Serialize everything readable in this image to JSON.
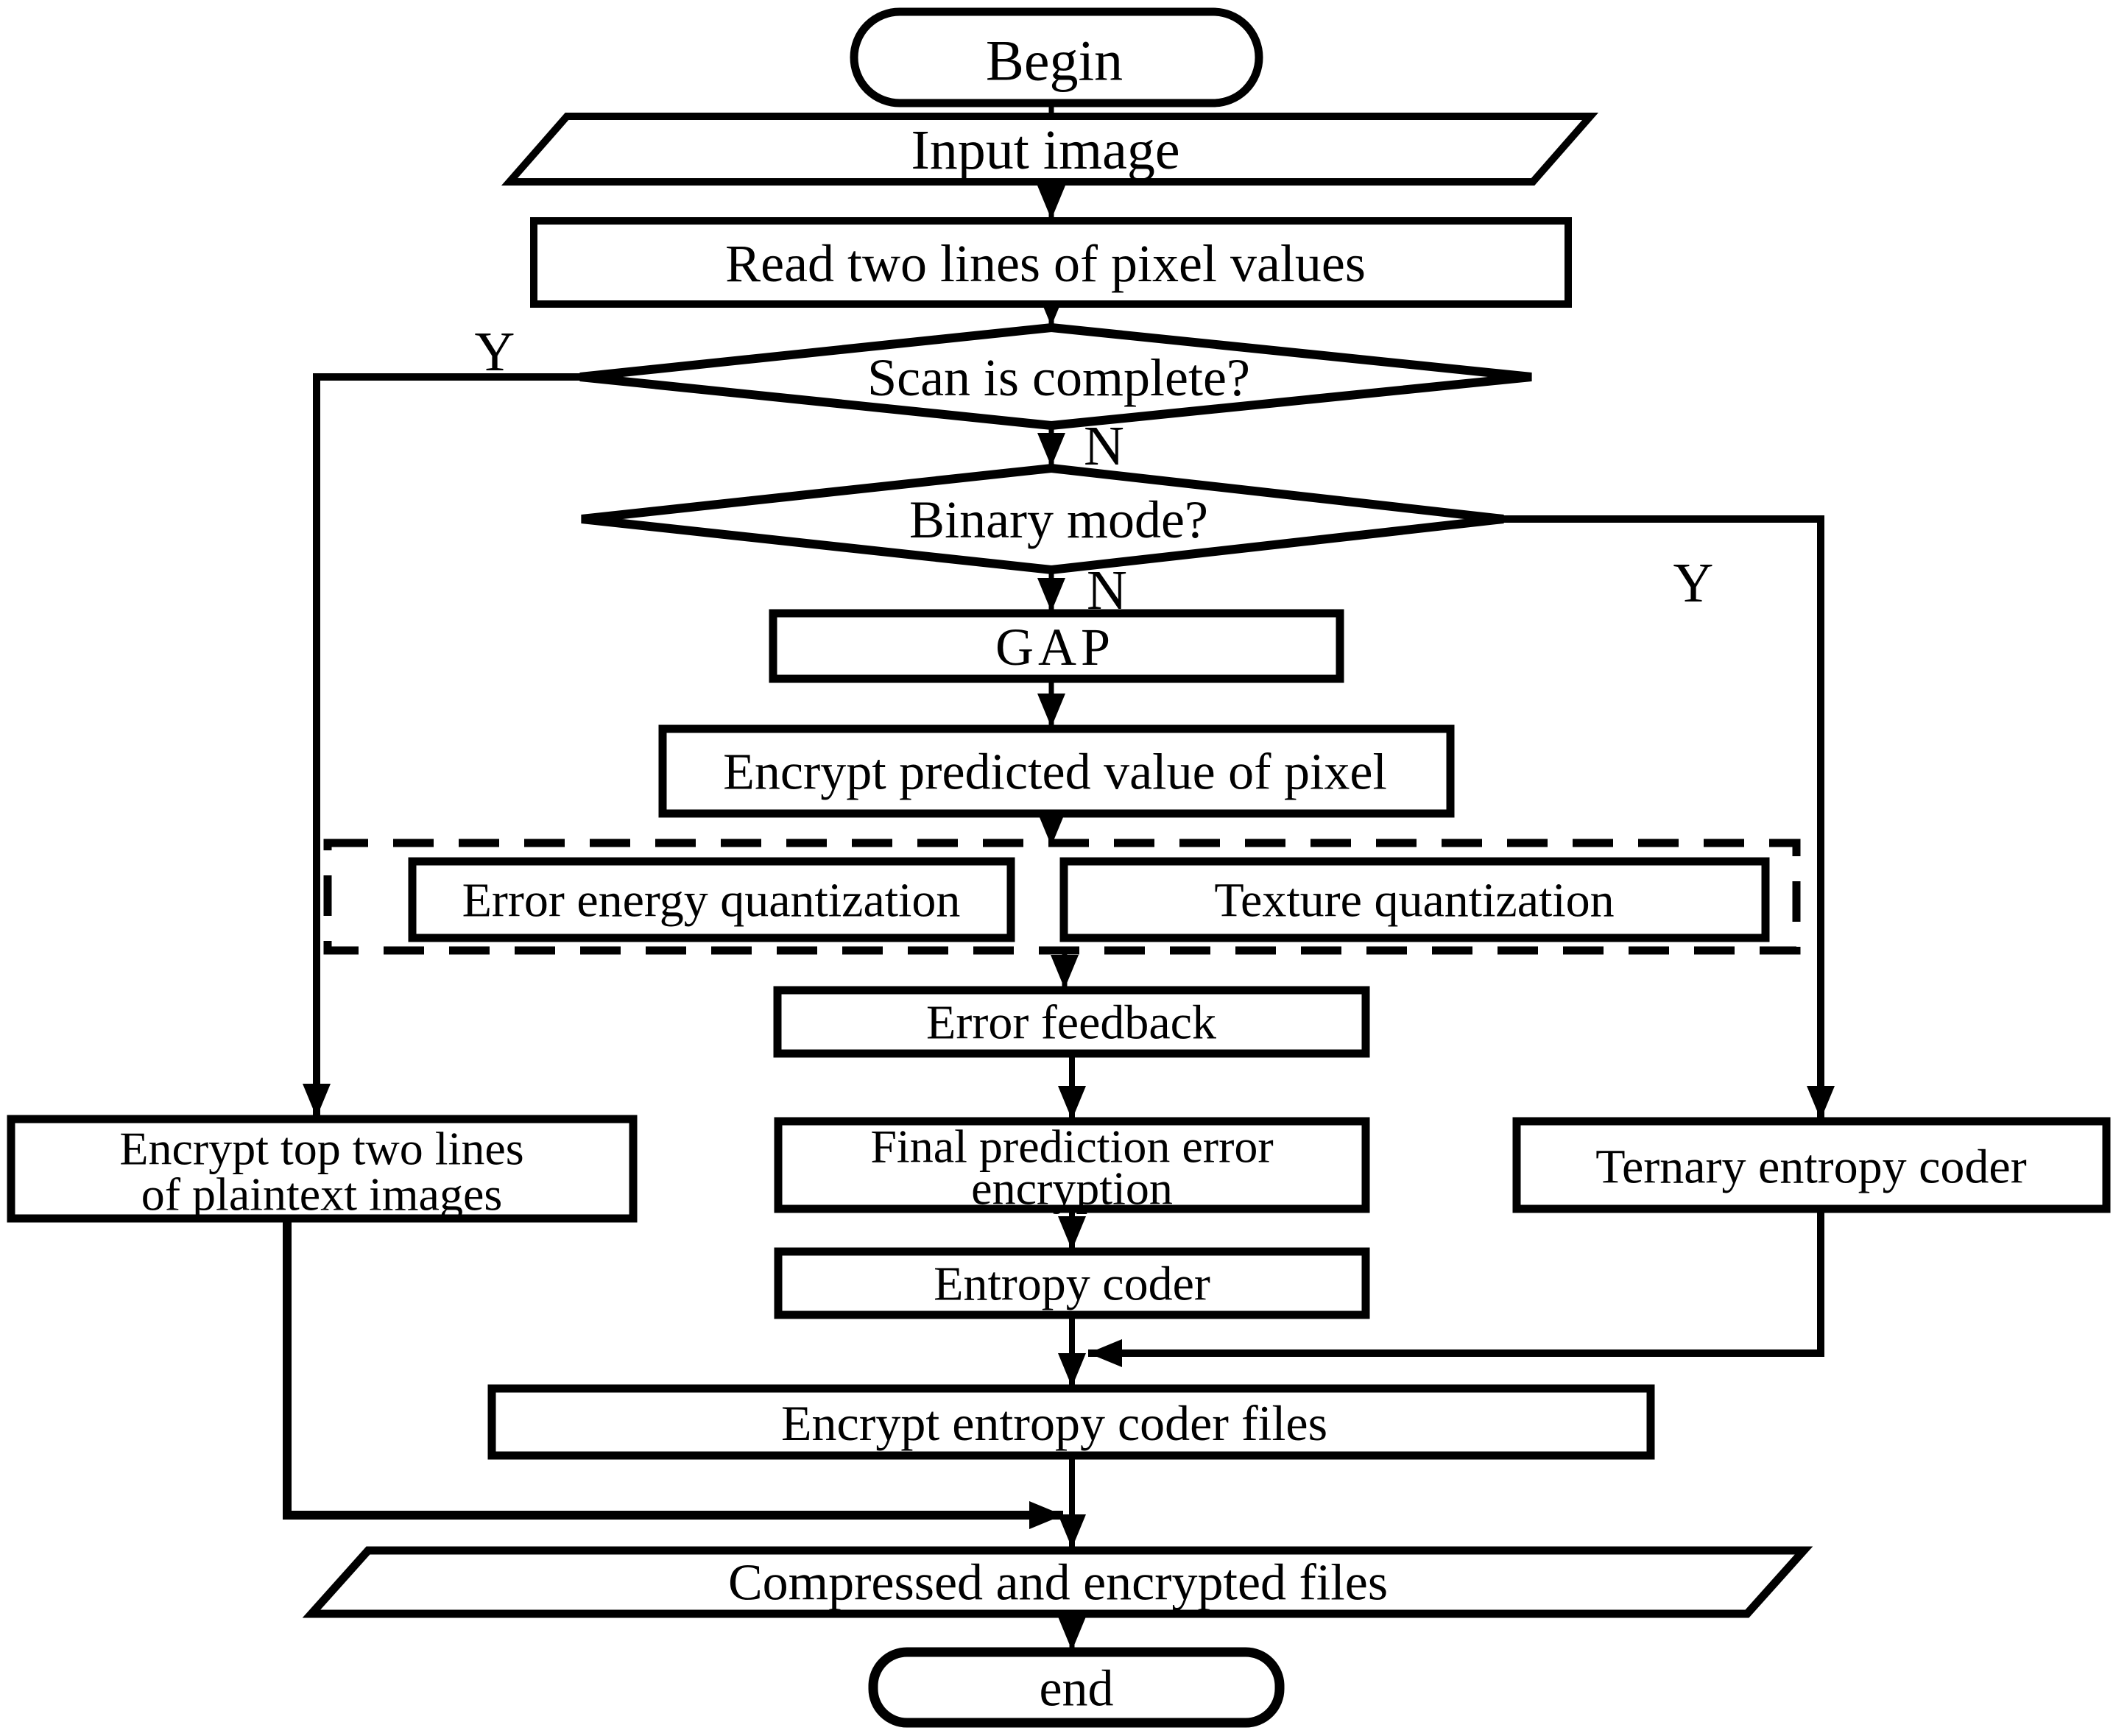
{
  "diagram": {
    "type": "flowchart",
    "background_color": "#ffffff",
    "stroke_color": "#000000",
    "nodes": {
      "begin": "Begin",
      "input_image": "Input image",
      "read_lines": "Read two lines of pixel values",
      "scan_complete": "Scan is complete?",
      "binary_mode": "Binary mode?",
      "gap": "GAP",
      "encrypt_predicted": "Encrypt predicted value of pixel",
      "error_energy": "Error energy quantization",
      "texture_quant": "Texture quantization",
      "error_feedback": "Error feedback",
      "final_prediction_line1": "Final prediction error",
      "final_prediction_line2": "encryption",
      "encrypt_top_line1": "Encrypt top two lines",
      "encrypt_top_line2": "of plaintext images",
      "ternary": "Ternary entropy coder",
      "entropy_coder": "Entropy coder",
      "encrypt_files": "Encrypt entropy coder files",
      "compressed": "Compressed and encrypted files",
      "end": "end"
    },
    "branch_labels": {
      "scan_yes": "Y",
      "scan_no": "N",
      "binary_no": "N",
      "binary_yes": "Y"
    },
    "edges": [
      "begin -> input_image",
      "input_image -> read_lines",
      "read_lines -> scan_complete",
      "scan_complete -Y-> encrypt_top",
      "scan_complete -N-> binary_mode",
      "binary_mode -N-> gap",
      "binary_mode -Y-> ternary",
      "gap -> encrypt_predicted",
      "encrypt_predicted -> quantization_group",
      "quantization_group -> error_feedback",
      "error_feedback -> final_prediction",
      "final_prediction -> entropy_coder",
      "entropy_coder -> encrypt_files",
      "ternary -> encrypt_files",
      "encrypt_files -> compressed",
      "encrypt_top -> compressed",
      "compressed -> end"
    ]
  }
}
